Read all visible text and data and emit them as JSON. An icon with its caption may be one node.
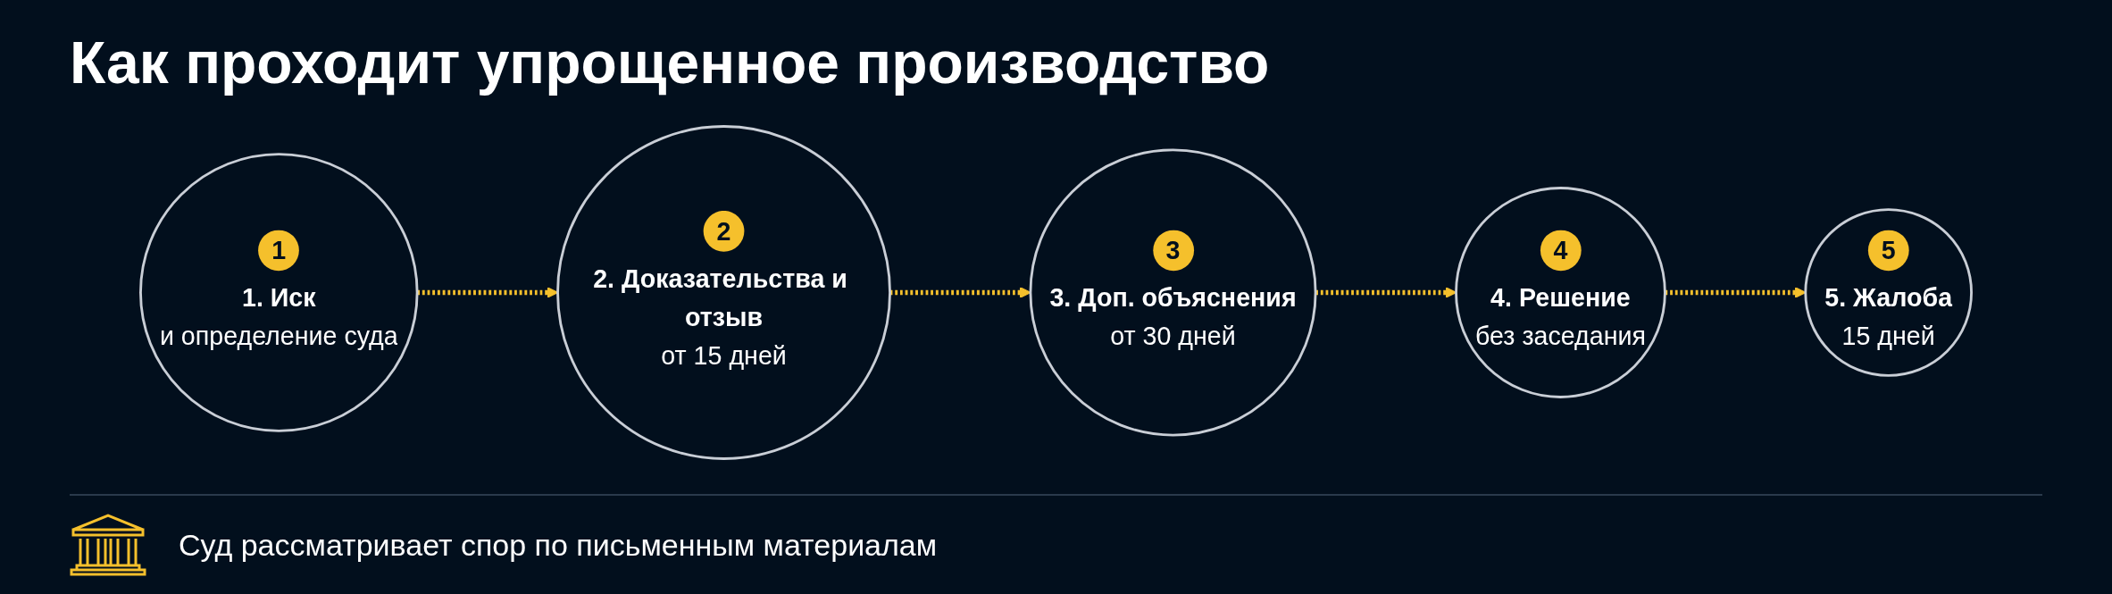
{
  "diagram": {
    "title": "Как проходит упрощенное производство",
    "nodes": [
      {
        "text": [
          "1",
          "1. Иск",
          "и определение суда"
        ]
      },
      {
        "text": [
          "2",
          "2. Доказательства и отзыв",
          "от 15 дней"
        ]
      },
      {
        "text": [
          "3",
          "3. Доп. объяснения",
          "от 30 дней"
        ]
      },
      {
        "text": [
          "4",
          "4. Решение",
          "без заседания"
        ]
      },
      {
        "text": [
          "5",
          "5. Жалоба",
          "15 дней"
        ]
      }
    ],
    "edges": [
      {
        "from": 0,
        "to": 1,
        "arrow": "to",
        "style": "dashed"
      },
      {
        "from": 1,
        "to": 2,
        "arrow": "to",
        "style": "dashed"
      },
      {
        "from": 2,
        "to": 3,
        "arrow": "to",
        "style": "dashed"
      },
      {
        "from": 3,
        "to": 4,
        "arrow": "to",
        "style": "dashed"
      }
    ],
    "labels": [
      "Суд рассматривает спор по письменным материалам"
    ]
  }
}
